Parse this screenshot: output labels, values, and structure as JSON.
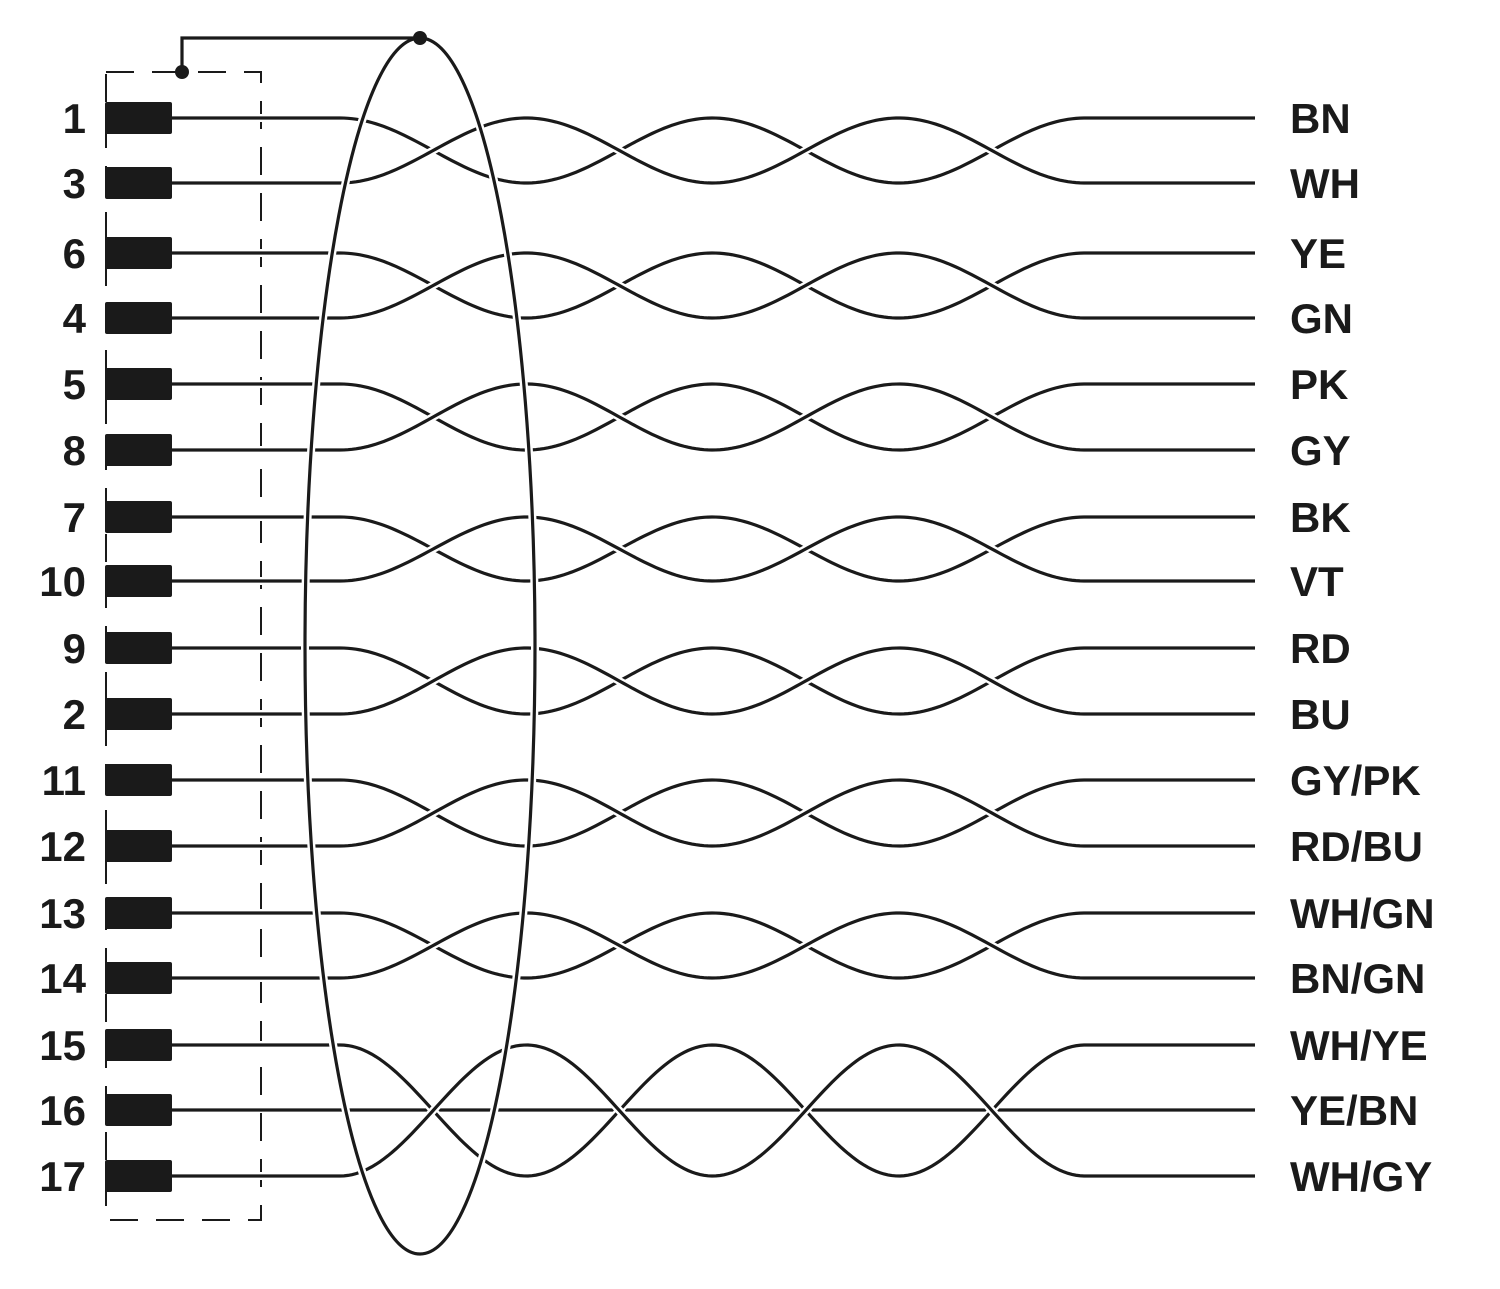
{
  "diagram": {
    "type": "cable-wiring",
    "line_color": "#1a1a1a",
    "conductors": [
      {
        "pin": "1",
        "color": "BN"
      },
      {
        "pin": "3",
        "color": "WH"
      },
      {
        "pin": "6",
        "color": "YE"
      },
      {
        "pin": "4",
        "color": "GN"
      },
      {
        "pin": "5",
        "color": "PK"
      },
      {
        "pin": "8",
        "color": "GY"
      },
      {
        "pin": "7",
        "color": "BK"
      },
      {
        "pin": "10",
        "color": "VT"
      },
      {
        "pin": "9",
        "color": "RD"
      },
      {
        "pin": "2",
        "color": "BU"
      },
      {
        "pin": "11",
        "color": "GY/PK"
      },
      {
        "pin": "12",
        "color": "RD/BU"
      },
      {
        "pin": "13",
        "color": "WH/GN"
      },
      {
        "pin": "14",
        "color": "BN/GN"
      },
      {
        "pin": "15",
        "color": "WH/YE"
      },
      {
        "pin": "16",
        "color": "YE/BN"
      },
      {
        "pin": "17",
        "color": "WH/GY"
      }
    ],
    "twisted_groups": [
      [
        0,
        1
      ],
      [
        2,
        3
      ],
      [
        4,
        5
      ],
      [
        6,
        7
      ],
      [
        8,
        9
      ],
      [
        10,
        11
      ],
      [
        12,
        13
      ],
      [
        14,
        15,
        16
      ]
    ]
  }
}
